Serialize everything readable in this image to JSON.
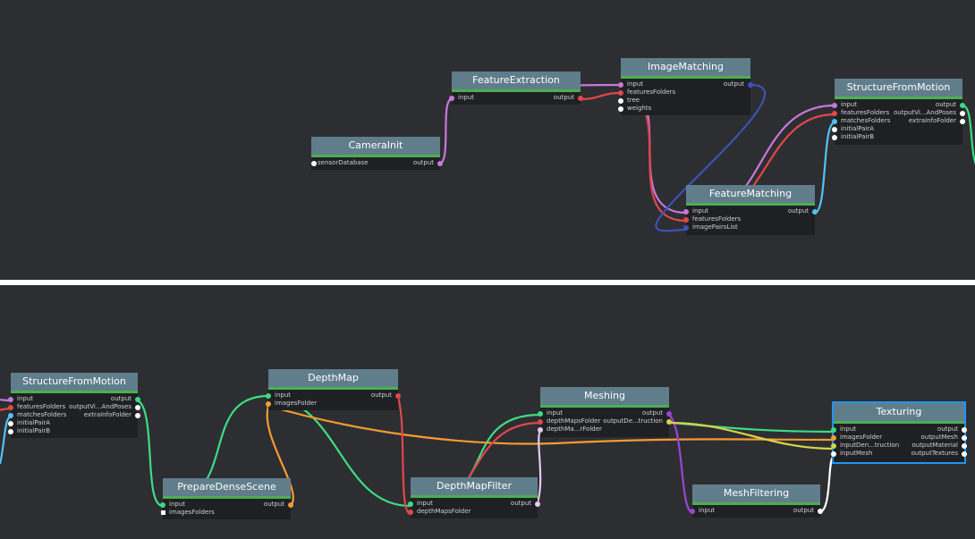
{
  "colors": {
    "background": "#2d2e31",
    "node_header": "#607d8b",
    "node_body": "#1f2023",
    "accent_green": "#4caf50",
    "edge_purple": "#c678dd",
    "edge_red": "#e0474c",
    "edge_blue": "#3f51b5",
    "edge_cyan": "#4fc3f7",
    "edge_green": "#3ddc84",
    "edge_orange": "#f39c32",
    "edge_yellow": "#d4d44a",
    "edge_white": "#ffffff",
    "selection": "#2196f3"
  },
  "top": {
    "nodes": {
      "camera_init": {
        "title": "CameraInit",
        "in1": "sensorDatabase",
        "out1": "output"
      },
      "feature_extraction": {
        "title": "FeatureExtraction",
        "in1": "input",
        "out1": "output"
      },
      "image_matching": {
        "title": "ImageMatching",
        "in1": "input",
        "in2": "featuresFolders",
        "in3": "tree",
        "in4": "weights",
        "out1": "output"
      },
      "feature_matching": {
        "title": "FeatureMatching",
        "in1": "input",
        "in2": "featuresFolders",
        "in3": "imagePairsList",
        "out1": "output"
      },
      "sfm": {
        "title": "StructureFromMotion",
        "in1": "input",
        "in2": "featuresFolders",
        "in3": "matchesFolders",
        "in4": "initialPairA",
        "in5": "initialPairB",
        "out1": "output",
        "out2": "outputVi...AndPoses",
        "out3": "extraInfoFolder"
      }
    }
  },
  "bottom": {
    "nodes": {
      "sfm": {
        "title": "StructureFromMotion",
        "in1": "input",
        "in2": "featuresFolders",
        "in3": "matchesFolders",
        "in4": "initialPairA",
        "in5": "initialPairB",
        "out1": "output",
        "out2": "outputVi...AndPoses",
        "out3": "extraInfoFolder"
      },
      "prepare_dense": {
        "title": "PrepareDenseScene",
        "in1": "input",
        "in2": "imagesFolders",
        "out1": "output"
      },
      "depth_map": {
        "title": "DepthMap",
        "in1": "input",
        "in2": "imagesFolder",
        "out1": "output"
      },
      "depth_map_filter": {
        "title": "DepthMapFilter",
        "in1": "input",
        "in2": "depthMapsFolder",
        "out1": "output"
      },
      "meshing": {
        "title": "Meshing",
        "in1": "input",
        "in2": "depthMapsFolder",
        "in3": "depthMa...rFolder",
        "out1": "output",
        "out2": "outputDe...truction"
      },
      "mesh_filtering": {
        "title": "MeshFiltering",
        "in1": "input",
        "out1": "output"
      },
      "texturing": {
        "title": "Texturing",
        "in1": "input",
        "in2": "imagesFolder",
        "in3": "inputDen...truction",
        "in4": "inputMesh",
        "out1": "output",
        "out2": "outputMesh",
        "out3": "outputMaterial",
        "out4": "outputTextures"
      }
    }
  }
}
